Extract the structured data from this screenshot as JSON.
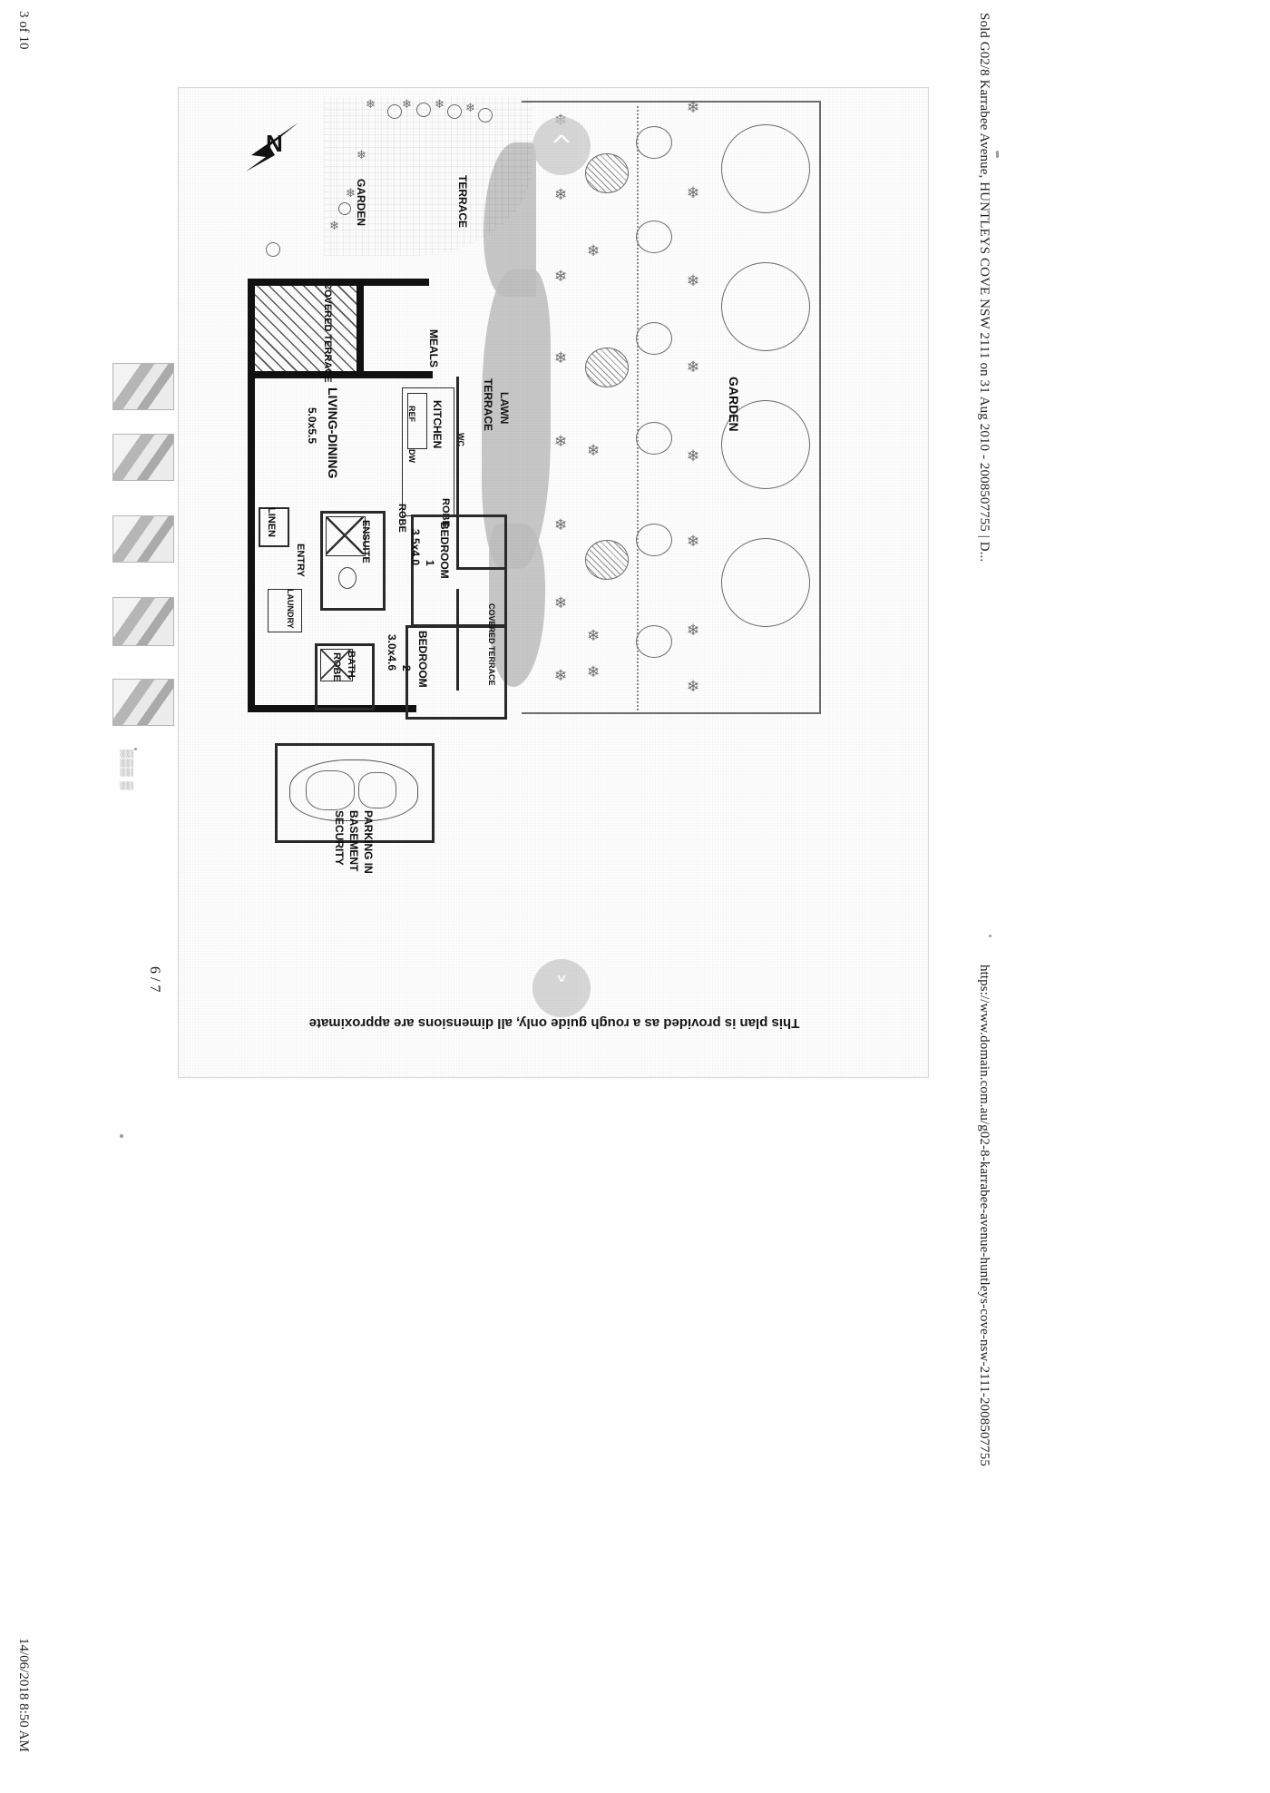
{
  "print_header": {
    "title": "Sold G02/8 Karrabee Avenue, HUNTLEYS COVE NSW 2111 on 31 Aug 2010 - 2008507755 | D...",
    "url": "https://www.domain.com.au/g02-8-karrabee-avenue-huntleys-cove-nsw-2111-2008507755"
  },
  "print_footer": {
    "page_label": "3 of 10",
    "timestamp": "14/06/2018 8:50 AM"
  },
  "document": {
    "property_title": "G02/8 Karrabee Avenue, Huntleys Cove",
    "viewer_page_indicator": "6 / 7",
    "disclaimer": "This plan is provided as a rough guide only, all dimensions are approximate",
    "prev_page_icon": "chevron-up-icon",
    "next_page_icon": "chevron-down-icon"
  },
  "floorplan": {
    "north_label": "N",
    "rooms": [
      {
        "name": "GARDEN",
        "dimensions": ""
      },
      {
        "name": "LAWN",
        "dimensions": ""
      },
      {
        "name": "TERRACE",
        "dimensions": ""
      },
      {
        "name": "TERRACE",
        "dimensions": ""
      },
      {
        "name": "COVERED TERRACE",
        "dimensions": ""
      },
      {
        "name": "COVERED TERRACE",
        "dimensions": ""
      },
      {
        "name": "GARDEN",
        "dimensions": ""
      },
      {
        "name": "MEALS",
        "dimensions": ""
      },
      {
        "name": "KITCHEN",
        "dimensions": ""
      },
      {
        "name": "LIVING-DINING",
        "dimensions": "5.0x5.5"
      },
      {
        "name": "BEDROOM 1",
        "dimensions": "3.5x4.0"
      },
      {
        "name": "BEDROOM 2",
        "dimensions": "3.0x4.6"
      },
      {
        "name": "ENSUITE",
        "dimensions": ""
      },
      {
        "name": "BATH",
        "dimensions": ""
      },
      {
        "name": "ROBE",
        "dimensions": ""
      },
      {
        "name": "ROBE",
        "dimensions": ""
      },
      {
        "name": "ROBE",
        "dimensions": ""
      },
      {
        "name": "LINEN",
        "dimensions": ""
      },
      {
        "name": "ENTRY",
        "dimensions": ""
      },
      {
        "name": "LAUNDRY",
        "dimensions": ""
      }
    ],
    "labels": {
      "garden_top": "GARDEN",
      "garden_right": "GARDEN",
      "lawn": "LAWN",
      "terrace_top": "TERRACE",
      "terrace_mid": "TERRACE",
      "covered_terrace_left": "COVERED TERRACE",
      "covered_terrace_right": "COVERED TERRACE",
      "meals": "MEALS",
      "kitchen": "KITCHEN",
      "living_dining": "LIVING-DINING",
      "living_dining_dims": "5.0x5.5",
      "bedroom1": "BEDROOM",
      "bedroom1_num": "1",
      "bedroom1_dims": "3.5x4.0",
      "bedroom2": "BEDROOM",
      "bedroom2_num": "2",
      "bedroom2_dims": "3.0x4.6",
      "ensuite": "ENSUITE",
      "bath": "BATH",
      "robe_k": "ROBE",
      "robe_b1": "ROBE",
      "robe_b2": "ROBE",
      "linen": "LINEN",
      "entry": "ENTRY",
      "laundry": "LAUNDRY",
      "dw": "DW",
      "wc": "WC",
      "ref": "REF",
      "parking_line1": "PARKING IN",
      "parking_line2": "BASEMENT",
      "parking_line3": "SECURITY"
    }
  },
  "thumbnails": {
    "count": 5,
    "trailing_label": "▒▒▒  ▒"
  },
  "colors": {
    "page_bg": "#ffffff",
    "scan_bg": "#fdfdfd",
    "ink": "#111111",
    "lawn": "#bdbdbd",
    "nav_button": "#c9c9c9",
    "thumb": "#cfcfcf"
  }
}
